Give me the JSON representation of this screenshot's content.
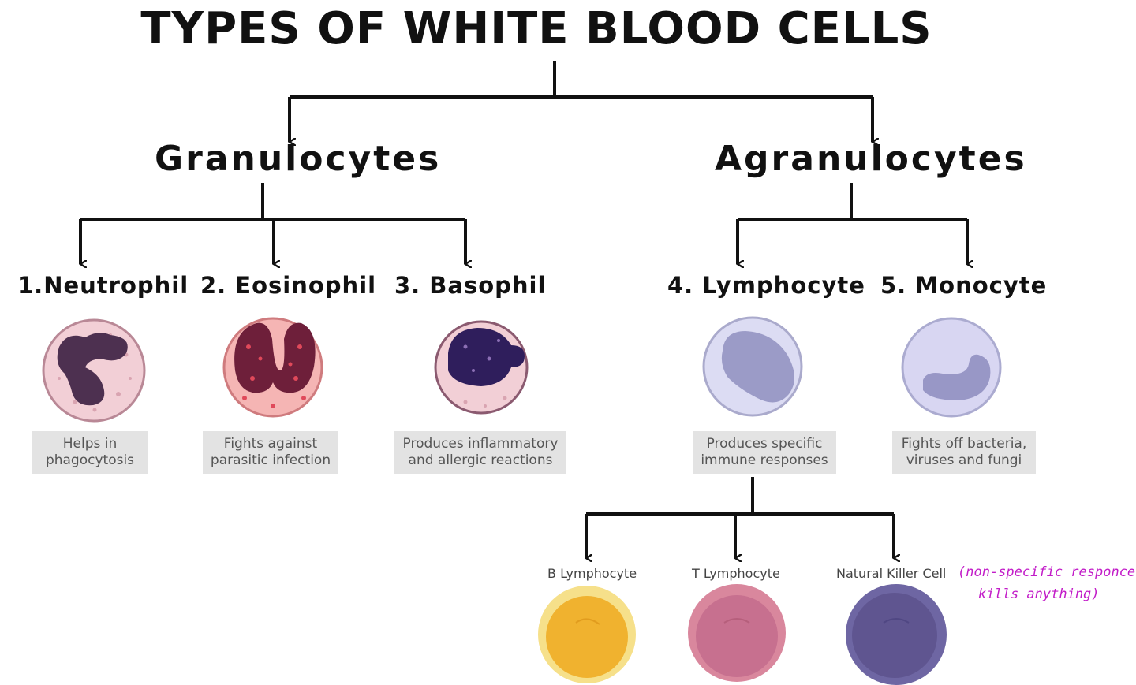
{
  "title": "TYPES OF WHITE BLOOD CELLS",
  "groups": {
    "granulocytes": "Granulocytes",
    "agranulocytes": "Agranulocytes"
  },
  "cells": [
    {
      "label": "1.Neutrophil",
      "description_line1": "Helps in",
      "description_line2": "phagocytosis",
      "icon": "neutrophil-icon"
    },
    {
      "label": "2. Eosinophil",
      "description_line1": "Fights against",
      "description_line2": "parasitic infection",
      "icon": "eosinophil-icon"
    },
    {
      "label": "3. Basophil",
      "description_line1": "Produces inflammatory",
      "description_line2": "and allergic reactions",
      "icon": "basophil-icon"
    },
    {
      "label": "4. Lymphocyte",
      "description_line1": "Produces specific",
      "description_line2": "immune responses",
      "icon": "lymphocyte-icon"
    },
    {
      "label": "5. Monocyte",
      "description_line1": "Fights off bacteria,",
      "description_line2": "viruses and fungi",
      "icon": "monocyte-icon"
    }
  ],
  "lymphocyte_types": [
    {
      "label": "B Lymphocyte",
      "color": "#f0b22f",
      "icon": "b-lymphocyte-icon"
    },
    {
      "label": "T Lymphocyte",
      "color": "#c7708f",
      "icon": "t-lymphocyte-icon"
    },
    {
      "label": "Natural Killer Cell",
      "color": "#5f5590",
      "icon": "natural-killer-cell-icon"
    }
  ],
  "handwritten_note": {
    "line1": "(non-specific responce;",
    "line2": "kills anything)"
  },
  "colors": {
    "arrow": "#111111",
    "note": "#c21cc8",
    "description_bg": "#e3e3e3"
  }
}
